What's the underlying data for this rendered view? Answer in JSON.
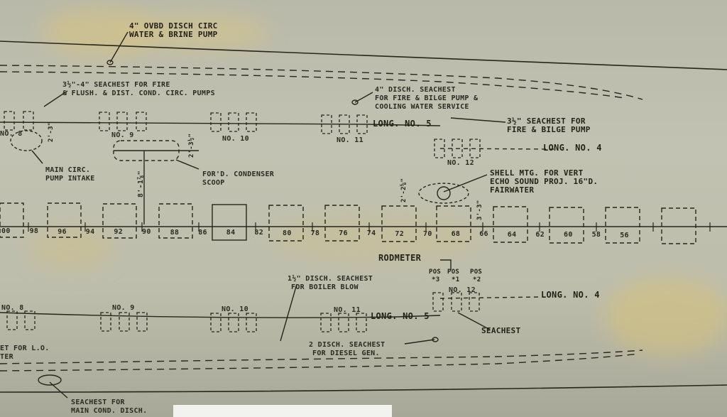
{
  "drawing": {
    "labels": {
      "ovbd_pump": [
        "4\" OVBD DISCH CIRC",
        "WATER & BRINE PUMP"
      ],
      "seachest_fire_flush": [
        "3½\"-4\" SEACHEST FOR FIRE",
        "& FLUSH. & DIST. COND. CIRC. PUMPS"
      ],
      "disch_fire_bilge": [
        "4\" DISCH. SEACHEST",
        "FOR FIRE & BILGE PUMP &",
        "COOLING WATER SERVICE"
      ],
      "seachest_fire_bilge": [
        "3½\" SEACHEST FOR",
        "FIRE & BILGE PUMP"
      ],
      "main_circ": [
        "MAIN CIRC.",
        "PUMP INTAKE"
      ],
      "condenser": [
        "FOR'D. CONDENSER",
        "SCOOP"
      ],
      "shell_mtg": [
        "SHELL MTG. FOR VERT",
        "ECHO SOUND PROJ. 16\"D.",
        "FAIRWATER"
      ],
      "rodmeter": "RODMETER",
      "pos": [
        "POS",
        "POS",
        "POS",
        "*3",
        "*1",
        "*2"
      ],
      "boiler_blow": [
        "1½\" DISCH. SEACHEST",
        "FOR BOILER BLOW"
      ],
      "seachest_bottom": "SEACHEST",
      "diesel_gen": [
        "2 DISCH. SEACHEST",
        "FOR DIESEL GEN."
      ],
      "lo_cooler": [
        "ET FOR L.O.",
        "TER"
      ],
      "main_cond": [
        "SEACHEST FOR",
        "MAIN COND. DISCH."
      ]
    },
    "longitudinals": {
      "upper": [
        "NO. 8",
        "NO. 9",
        "NO. 10",
        "NO. 11",
        "NO. 12",
        "LONG. NO. 5",
        "LONG. NO. 4"
      ],
      "lower": [
        "NO. 8",
        "NO. 9",
        "NO. 10",
        "NO. 11",
        "NO. 12",
        "LONG. NO. 5",
        "LONG. NO. 4"
      ]
    },
    "dimensions": [
      "2'-3\"",
      "2'-3½\"",
      "8'-1⅞\"",
      "2'-2⅝\"",
      "3'-3\""
    ],
    "frames": [
      "00",
      "98",
      "96",
      "94",
      "92",
      "90",
      "88",
      "86",
      "84",
      "82",
      "80",
      "78",
      "76",
      "74",
      "72",
      "70",
      "68",
      "66",
      "64",
      "62",
      "60",
      "58",
      "56"
    ],
    "colors": {
      "paper": "#bdbdac",
      "ink": "#222218",
      "stain": "#d8c27a"
    }
  }
}
